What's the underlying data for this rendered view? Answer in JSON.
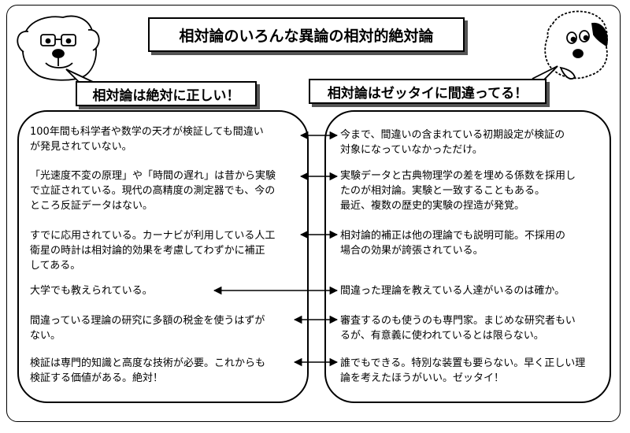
{
  "title": "相対論のいろんな異論の相対的絶対論",
  "left_header": "相対論は絶対に正しい！",
  "right_header": "相対論はゼッタイに間違ってる！",
  "pairs": [
    {
      "left": "100年間も科学者や数学の天才が検証しても間違い\nが発見されていない。",
      "right": "今まで、間違いの含まれている初期設定が検証の\n対象になっていなかっただけ。"
    },
    {
      "left": "「光速度不変の原理」や「時間の遅れ」は昔から実験\nで立証されている。現代の高精度の測定器でも、今の\nところ反証データはない。",
      "right": "実験データと古典物理学の差を埋める係数を採用し\nたのが相対論。実験と一致することもある。\n最近、複数の歴史的実験の捏造が発覚。"
    },
    {
      "left": "すでに応用されている。カーナビが利用している人工\n衛星の時計は相対論的効果を考慮してわずかに補正\nしてある。",
      "right": "相対論的補正は他の理論でも説明可能。不採用の\n場合の効果が誇張されている。"
    },
    {
      "left": "大学でも教えられている。",
      "right": "間違った理論を教えている人達がいるのは確か。"
    },
    {
      "left": "間違っている理論の研究に多額の税金を使うはずが\nない。",
      "right": "審査するのも使うのも専門家。まじめな研究者もい\nるが、有意義に使われているとは限らない。"
    },
    {
      "left": "検証は専門的知識と高度な技術が必要。これからも\n検証する価値がある。絶対！",
      "right": "誰でもできる。特別な装置も要らない。早く正しい理\n論を考えたほうがいい。ゼッタイ！"
    }
  ]
}
